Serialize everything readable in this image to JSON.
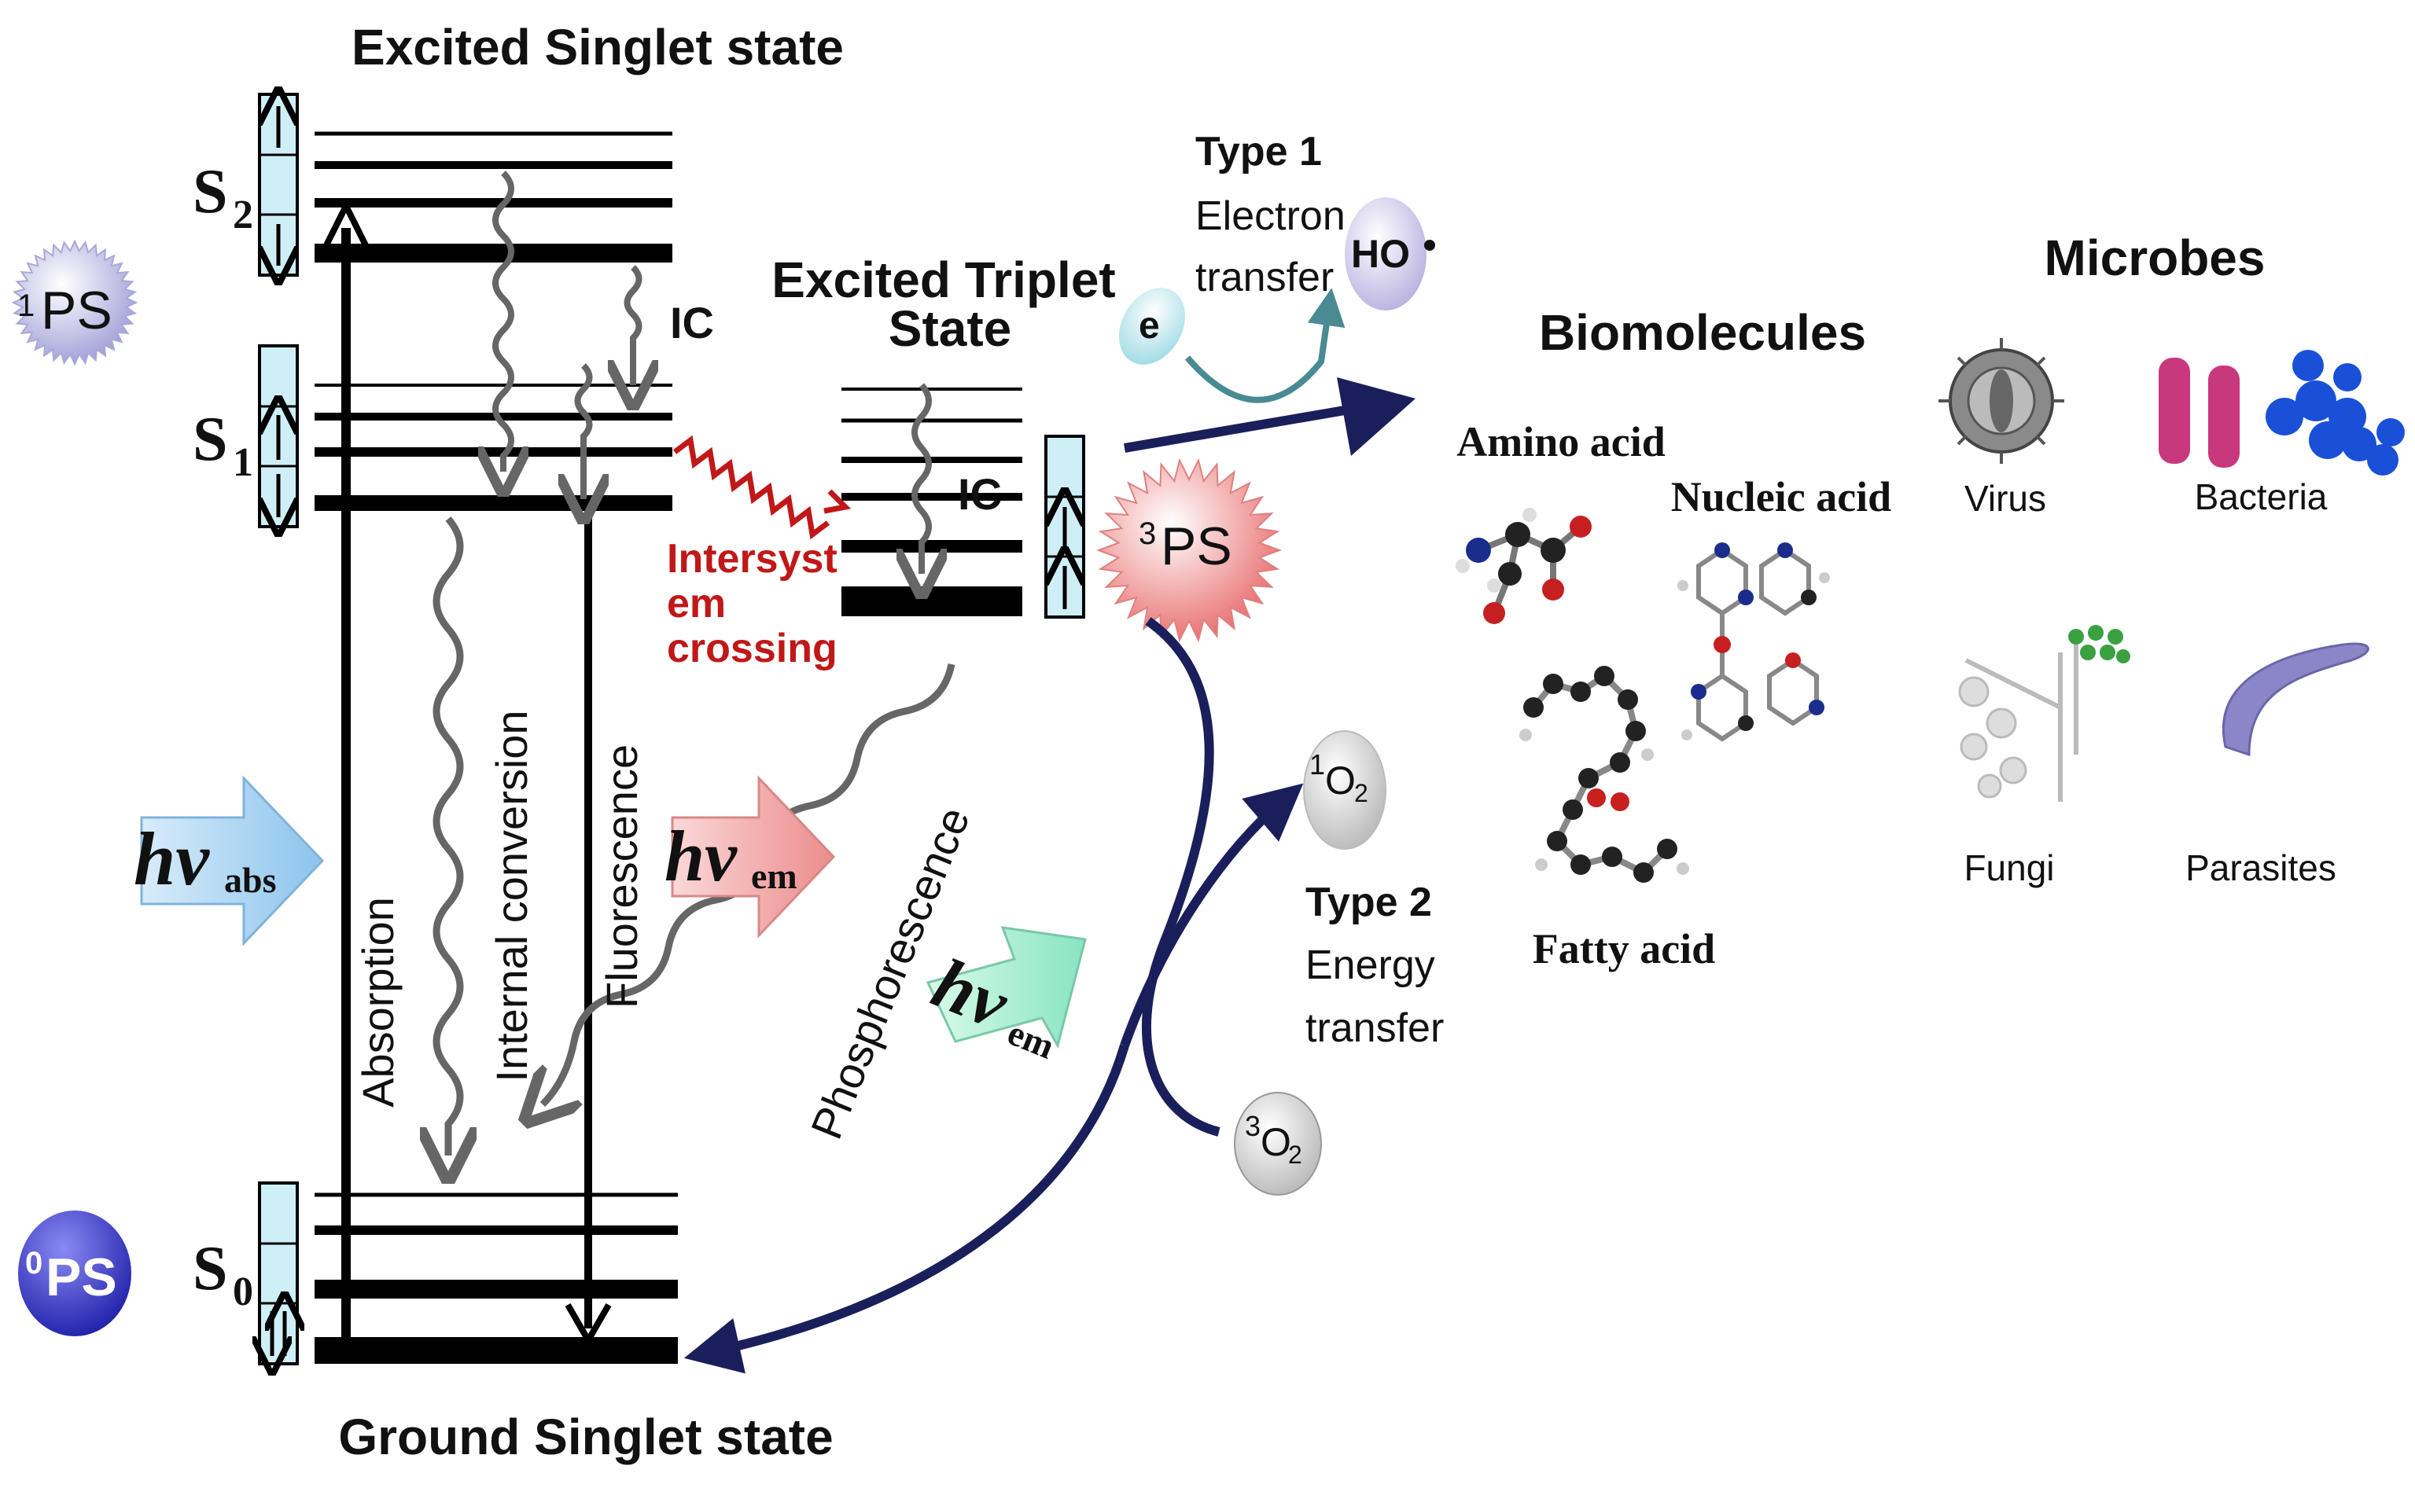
{
  "headings": {
    "excited_singlet": "Excited Singlet state",
    "ground_singlet": "Ground Singlet state",
    "excited_triplet_line1": "Excited Triplet",
    "excited_triplet_line2": "State",
    "biomolecules": "Biomolecules",
    "microbes": "Microbes"
  },
  "levels": {
    "s2_main": "S",
    "s2_sub": "2",
    "s1_main": "S",
    "s1_sub": "1",
    "s0_main": "S",
    "s0_sub": "0"
  },
  "transitions": {
    "ic_singlet": "IC",
    "ic_triplet": "IC",
    "isc_line1": "Intersyst",
    "isc_line2": "em",
    "isc_line3": "crossing",
    "absorption": "Absorption",
    "internal_conversion": "Internal conversion",
    "fluorescence": "Fluorescence",
    "phosphorescence": "Phosphorescence"
  },
  "photons": {
    "hv": "hv",
    "abs_sub": "abs",
    "em_sub": "em"
  },
  "ps_states": {
    "singlet_sup": "1",
    "ground_sup": "0",
    "triplet_sup": "3",
    "ps": "PS"
  },
  "type1": {
    "title": "Type 1",
    "line1": "Electron",
    "line2": "transfer",
    "electron": "e",
    "radical": "HO"
  },
  "type2": {
    "title": "Type 2",
    "line1": "Energy",
    "line2": "transfer",
    "singlet_oxygen_sup": "1",
    "triplet_oxygen_sup": "3",
    "oxygen": "O",
    "oxygen_sub": "2"
  },
  "biomolecule_labels": {
    "amino_acid": "Amino acid",
    "nucleic_acid": "Nucleic acid",
    "fatty_acid": "Fatty acid"
  },
  "microbe_labels": {
    "virus": "Virus",
    "bacteria": "Bacteria",
    "fungi": "Fungi",
    "parasites": "Parasites"
  },
  "colors": {
    "navy_arrow": "#1a1f5c",
    "isc_red": "#c01818",
    "singlet_ps": "#b9b8e0",
    "triplet_ps": "#f0a0a0",
    "ground_ps": "#3a3ad0",
    "box_fill": "#cfeff7",
    "abs_arrow": "#a8d4f0",
    "em_arrow": "#f0a8a8",
    "phos_arrow": "#a8f0d8"
  }
}
